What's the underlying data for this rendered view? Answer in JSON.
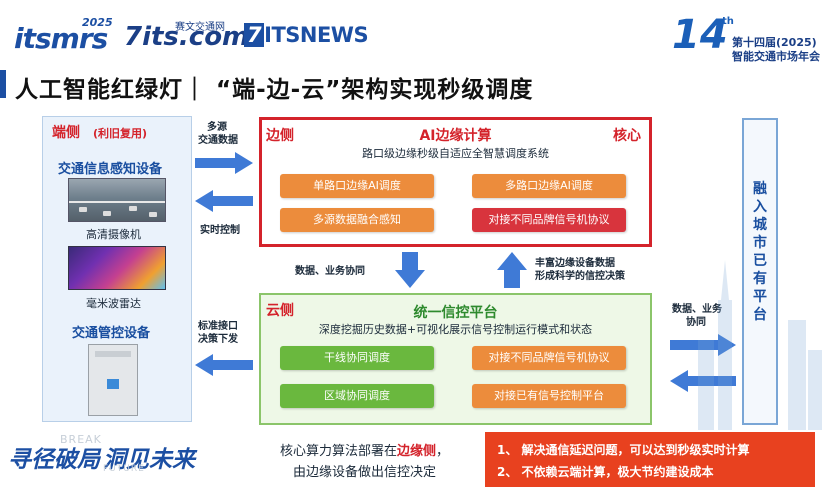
{
  "header": {
    "logo_itsmrs": "itsmrs",
    "logo_itsmrs_year": "2025",
    "logo_7its": "7its.com",
    "logo_7its_cn": "赛文交通网",
    "logo_itsnews_mark": "7",
    "logo_itsnews_a": "ITS",
    "logo_itsnews_b": "NEWS",
    "event_number": "14",
    "event_sup": "th",
    "event_line1": "第十四届(2025)",
    "event_line2": "智能交通市场年会"
  },
  "title": "人工智能红绿灯｜ “端-边-云”架构实现秒级调度",
  "terminal": {
    "title": "端侧",
    "subtitle": "(利旧复用)",
    "section1": "交通信息感知设备",
    "camera_caption": "高清摄像机",
    "radar_caption": "毫米波雷达",
    "section2": "交通管控设备"
  },
  "arrows": {
    "multi_source": [
      "多源",
      "交通数据"
    ],
    "realtime_control": "实时控制",
    "standard_interface": [
      "标准接口",
      "决策下发"
    ],
    "data_business_sync": "数据、业务协同",
    "rich_edge": [
      "丰富边缘设备数据",
      "形成科学的信控决策"
    ],
    "right_sync": [
      "数据、业务",
      "协同"
    ]
  },
  "edge": {
    "label": "边侧",
    "title": "AI边缘计算",
    "core": "核心",
    "subtitle": "路口级边缘秒级自适应全智慧调度系统",
    "pills": [
      "单路口边缘AI调度",
      "多路口边缘AI调度",
      "多源数据融合感知",
      "对接不同品牌信号机协议"
    ]
  },
  "cloud": {
    "label": "云侧",
    "title": "统一信控平台",
    "subtitle": "深度挖掘历史数据+可视化展示信号控制运行模式和状态",
    "pills": [
      "干线协同调度",
      "对接不同品牌信号机协议",
      "区域协同调度",
      "对接已有信号控制平台"
    ]
  },
  "city_platform": [
    "融",
    "入",
    "城",
    "市",
    "已",
    "有",
    "平",
    "台"
  ],
  "footer": {
    "slogan_a": "寻径破局",
    "slogan_b": "洞见未来",
    "ghost_a": "BREAK",
    "ghost_b": "FUTURE",
    "note_a": "核心算力算法部署在",
    "note_highlight": "边缘侧",
    "note_comma": "，",
    "note_b": "由边缘设备做出信控决定",
    "results": [
      "1、 解决通信延迟问题，可以达到秒级实时计算",
      "2、 不依赖云端计算，极大节约建设成本"
    ]
  },
  "colors": {
    "brand_blue": "#1c4fa3",
    "accent_red": "#d4232b",
    "pill_orange": "#ec8c3c",
    "pill_green": "#6ab83e",
    "result_bg": "#e8411f"
  }
}
